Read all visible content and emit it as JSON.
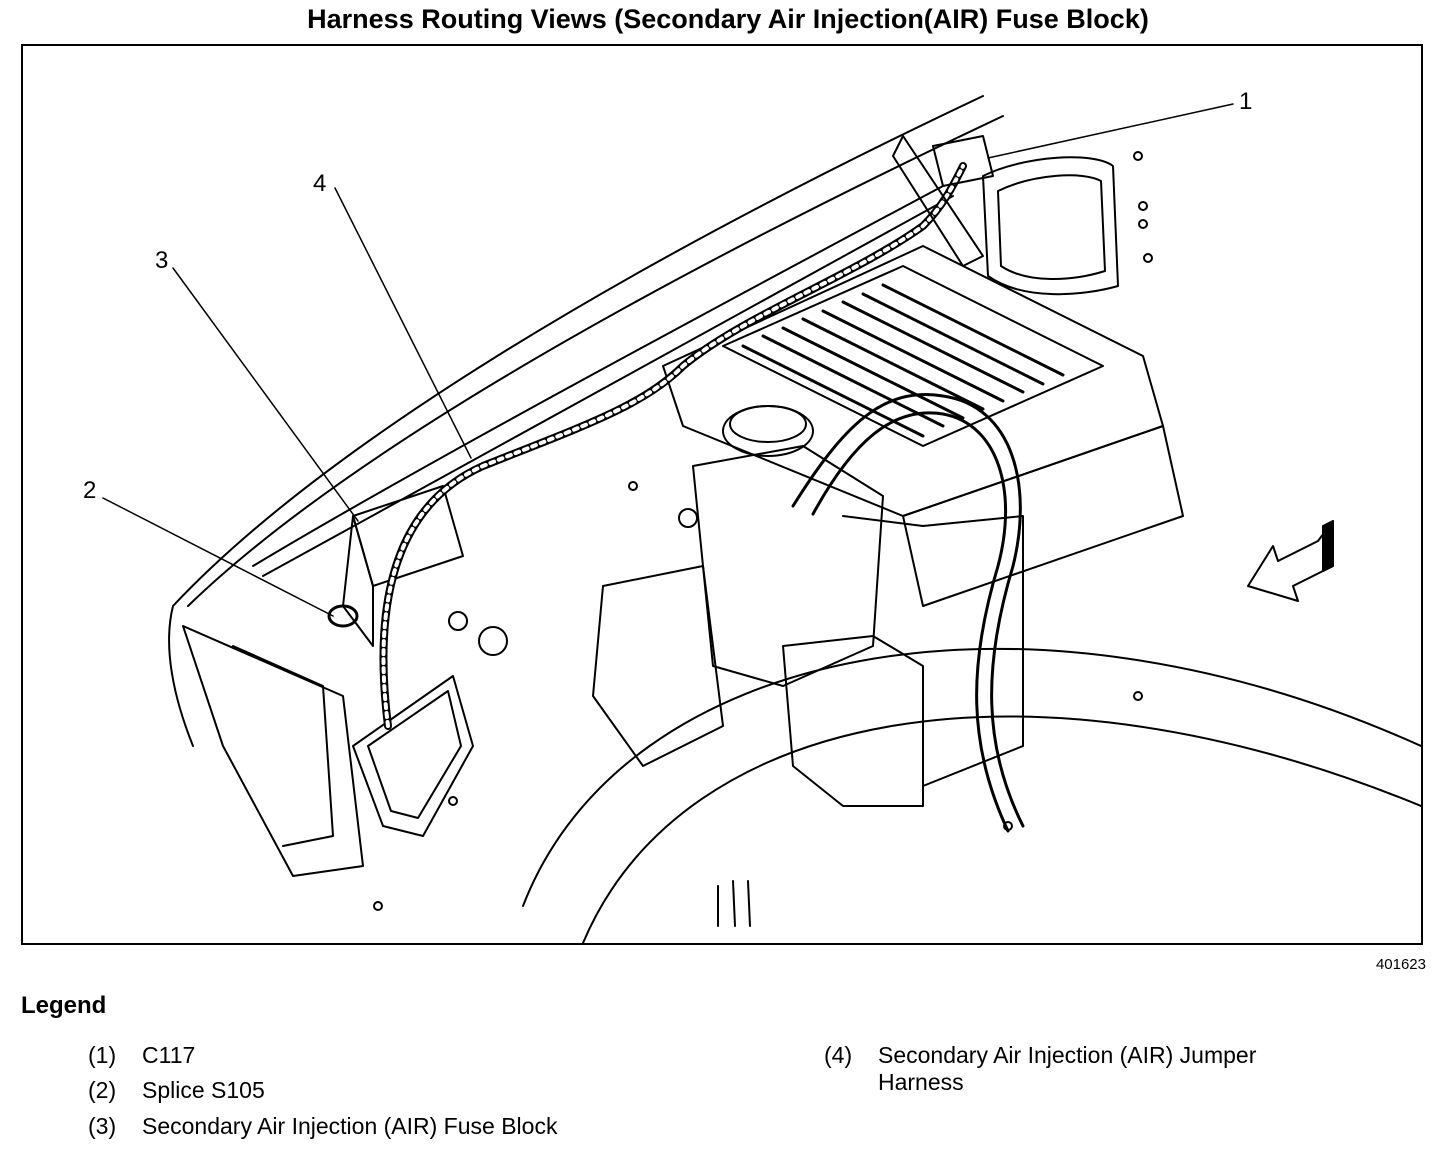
{
  "title": "Harness Routing Views (Secondary Air Injection(AIR) Fuse Block)",
  "figure_id": "401623",
  "callouts": [
    "1",
    "2",
    "3",
    "4"
  ],
  "legend": {
    "heading": "Legend",
    "items": [
      {
        "num": "(1)",
        "text": "C117"
      },
      {
        "num": "(2)",
        "text": "Splice S105"
      },
      {
        "num": "(3)",
        "text": "Secondary Air Injection (AIR) Fuse Block"
      },
      {
        "num": "(4)",
        "text_line1": "Secondary Air Injection (AIR) Jumper",
        "text_line2": "Harness"
      }
    ]
  }
}
